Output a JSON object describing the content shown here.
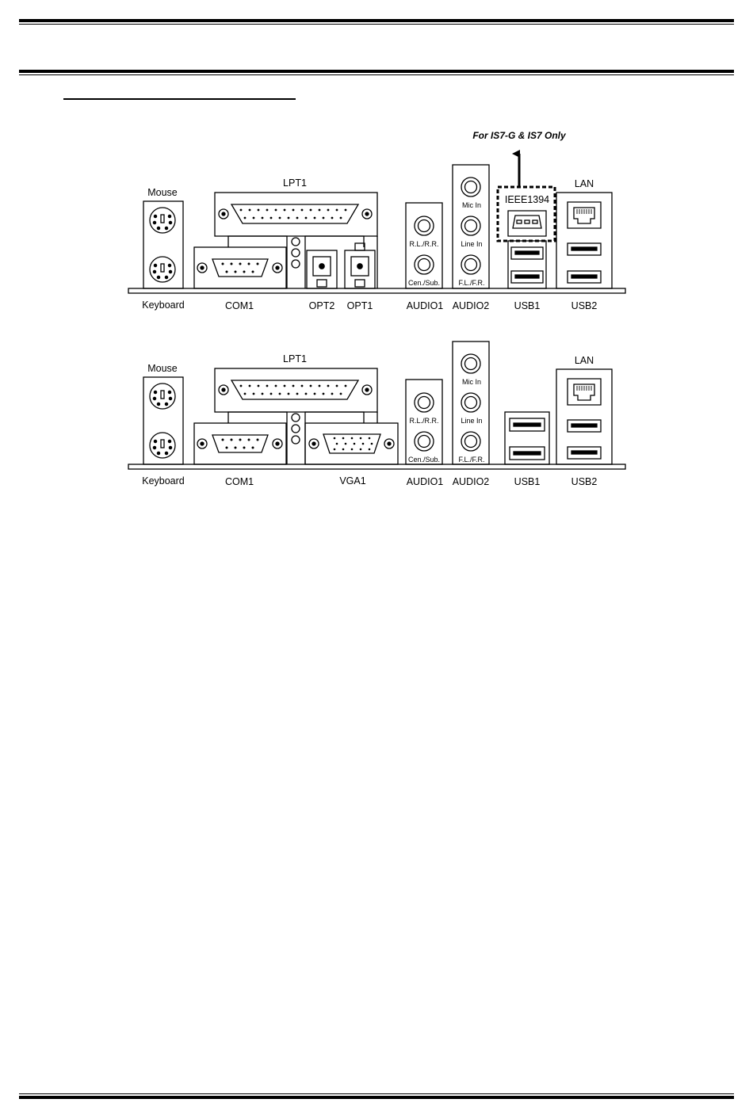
{
  "note": "For IS7-G & IS7 Only",
  "panel_top": {
    "mouse": "Mouse",
    "keyboard": "Keyboard",
    "lpt": "LPT1",
    "com": "COM1",
    "opt2": "OPT2",
    "opt1": "OPT1",
    "audio1": "AUDIO1",
    "audio2": "AUDIO2",
    "rl_rr": "R.L./R.R.",
    "cen_sub": "Cen./Sub.",
    "mic_in": "Mic In",
    "line_in": "Line In",
    "fl_fr": "F.L./F.R.",
    "ieee": "IEEE1394",
    "usb1": "USB1",
    "usb2": "USB2",
    "lan": "LAN"
  },
  "panel_bottom": {
    "mouse": "Mouse",
    "keyboard": "Keyboard",
    "lpt": "LPT1",
    "com": "COM1",
    "vga": "VGA1",
    "audio1": "AUDIO1",
    "audio2": "AUDIO2",
    "rl_rr": "R.L./R.R.",
    "cen_sub": "Cen./Sub.",
    "mic_in": "Mic In",
    "line_in": "Line In",
    "fl_fr": "F.L./F.R.",
    "usb1": "USB1",
    "usb2": "USB2",
    "lan": "LAN"
  }
}
